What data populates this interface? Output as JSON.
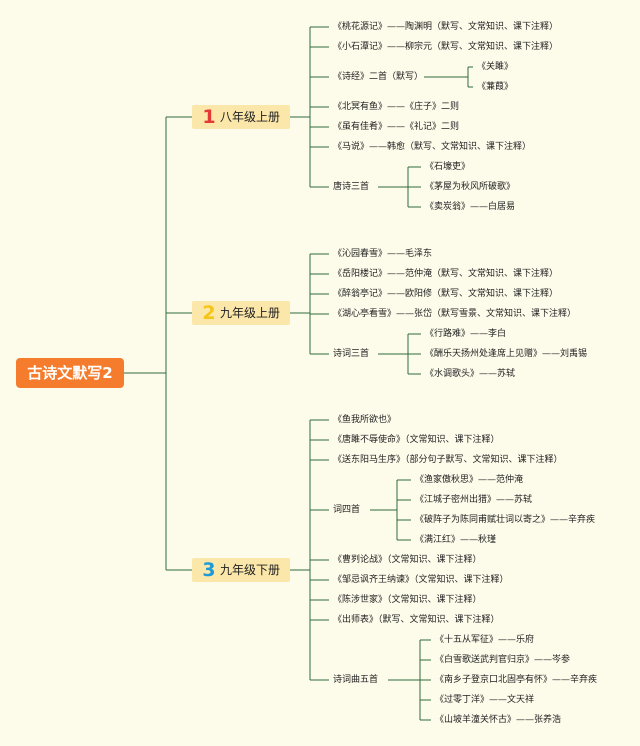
{
  "title": "古诗文默写2",
  "colors": {
    "line": "#2e6b3c",
    "root_bg": "#f47c2c",
    "branch_bg": "#fbe7a9"
  },
  "branches": [
    {
      "num": "1",
      "num_color": "#e53935",
      "label": "八年级上册",
      "items": [
        {
          "text": "《桃花源记》——陶渊明（默写、文常知识、课下注释）"
        },
        {
          "text": "《小石潭记》——柳宗元（默写、文常知识、课下注释）"
        },
        {
          "text": "《诗经》二首（默写）",
          "children": [
            "《关雎》",
            "《蒹葭》"
          ]
        },
        {
          "text": "《北冥有鱼》——《庄子》二则"
        },
        {
          "text": "《虽有佳肴》——《礼记》二则"
        },
        {
          "text": "《马说》——韩愈（默写、文常知识、课下注释）"
        },
        {
          "text": "唐诗三首",
          "children": [
            "《石壕吏》",
            "《茅屋为秋风所破歌》",
            "《卖炭翁》——白居易"
          ]
        }
      ]
    },
    {
      "num": "2",
      "num_color": "#f5c518",
      "label": "九年级上册",
      "items": [
        {
          "text": "《沁园春雪》——毛泽东"
        },
        {
          "text": "《岳阳楼记》——范仲淹（默写、文常知识、课下注释）"
        },
        {
          "text": "《醉翁亭记》——欧阳修（默写、文常知识、课下注释）"
        },
        {
          "text": "《湖心亭看雪》——张岱（默写雪景、文常知识、课下注释）"
        },
        {
          "text": "诗词三首",
          "children": [
            "《行路难》——李白",
            "《酬乐天扬州处逢席上见赠》——刘禹锡",
            "《水调歌头》——苏轼"
          ]
        }
      ]
    },
    {
      "num": "3",
      "num_color": "#1e9ad6",
      "label": "九年级下册",
      "items": [
        {
          "text": "《鱼我所欲也》"
        },
        {
          "text": "《唐雎不辱使命》（文常知识、课下注释）"
        },
        {
          "text": "《送东阳马生序》（部分句子默写、文常知识、课下注释）"
        },
        {
          "text": "词四首",
          "children": [
            "《渔家傲秋思》——范仲淹",
            "《江城子密州出猎》——苏轼",
            "《破阵子为陈同甫赋壮词以寄之》——辛弃疾",
            "《满江红》——秋瑾"
          ]
        },
        {
          "text": "《曹刿论战》（文常知识、课下注释）"
        },
        {
          "text": "《邹忌讽齐王纳谏》（文常知识、课下注释）"
        },
        {
          "text": "《陈涉世家》（文常知识、课下注释）"
        },
        {
          "text": "《出师表》（默写、文常知识、课下注释）"
        },
        {
          "text": "诗词曲五首",
          "children": [
            "《十五从军征》——乐府",
            "《白雪歌送武判官归京》——岑参",
            "《南乡子登京口北固亭有怀》——辛弃疾",
            "《过零丁洋》——文天祥",
            "《山坡羊潼关怀古》——张养浩"
          ]
        }
      ]
    }
  ]
}
